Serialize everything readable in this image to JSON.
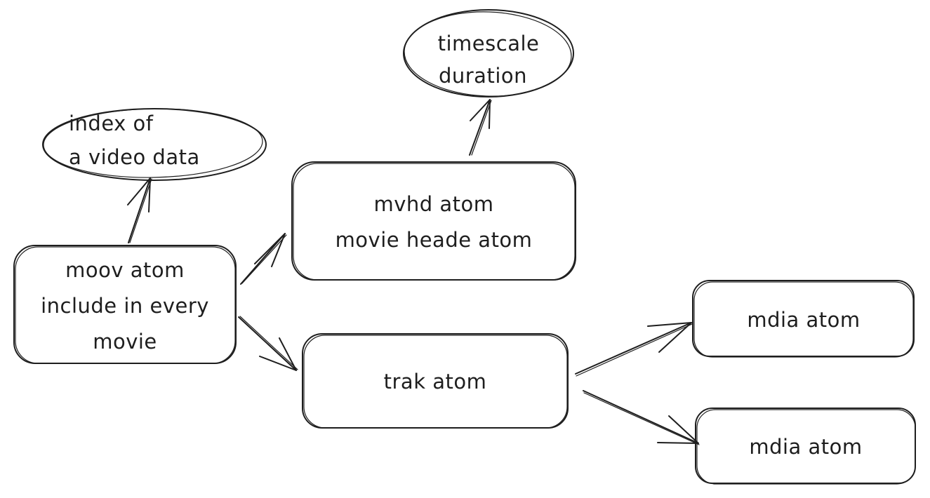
{
  "diagram": {
    "style": "hand-drawn",
    "stroke_color": "#1e1e1e",
    "background": "#ffffff",
    "nodes": [
      {
        "id": "moov",
        "shape": "rounded-rectangle",
        "lines": [
          "moov atom",
          "include in every",
          "movie"
        ]
      },
      {
        "id": "index",
        "shape": "ellipse",
        "lines": [
          "index of",
          "a video data"
        ]
      },
      {
        "id": "mvhd",
        "shape": "rounded-rectangle",
        "lines": [
          "mvhd atom",
          "movie heade atom"
        ]
      },
      {
        "id": "timescale",
        "shape": "ellipse",
        "lines": [
          "timescale",
          "duration"
        ]
      },
      {
        "id": "trak",
        "shape": "rounded-rectangle",
        "lines": [
          "trak atom"
        ]
      },
      {
        "id": "mdia1",
        "shape": "rounded-rectangle",
        "lines": [
          "mdia atom"
        ]
      },
      {
        "id": "mdia2",
        "shape": "rounded-rectangle",
        "lines": [
          "mdia atom"
        ]
      }
    ],
    "edges": [
      {
        "from": "moov",
        "to": "index"
      },
      {
        "from": "moov",
        "to": "mvhd"
      },
      {
        "from": "moov",
        "to": "trak"
      },
      {
        "from": "mvhd",
        "to": "timescale"
      },
      {
        "from": "trak",
        "to": "mdia1"
      },
      {
        "from": "trak",
        "to": "mdia2"
      }
    ]
  }
}
